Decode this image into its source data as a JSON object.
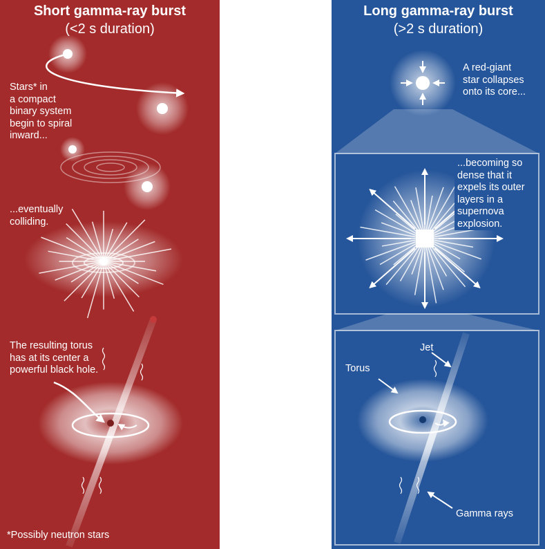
{
  "short_burst": {
    "title": "Short gamma-ray burst",
    "subtitle": "(<2 s duration)",
    "caption_stars": "Stars* in\na compact\nbinary system\nbegin to spiral\ninward...",
    "caption_colliding": "...eventually\ncolliding.",
    "caption_torus": "The resulting torus\nhas at its center a\npowerful black hole.",
    "footnote": "*Possibly neutron stars"
  },
  "long_burst": {
    "title": "Long gamma-ray burst",
    "subtitle": "(>2 s duration)",
    "caption_red_giant": "A red-giant\nstar collapses\nonto its core...",
    "caption_supernova": "...becoming so\ndense that it\nexpels its outer\nlayers in a\nsupernova\nexplosion.",
    "label_jet": "Jet",
    "label_torus": "Torus",
    "label_gamma": "Gamma rays"
  },
  "colors": {
    "short_panel": "#a32b2b",
    "long_panel": "#25559a"
  }
}
